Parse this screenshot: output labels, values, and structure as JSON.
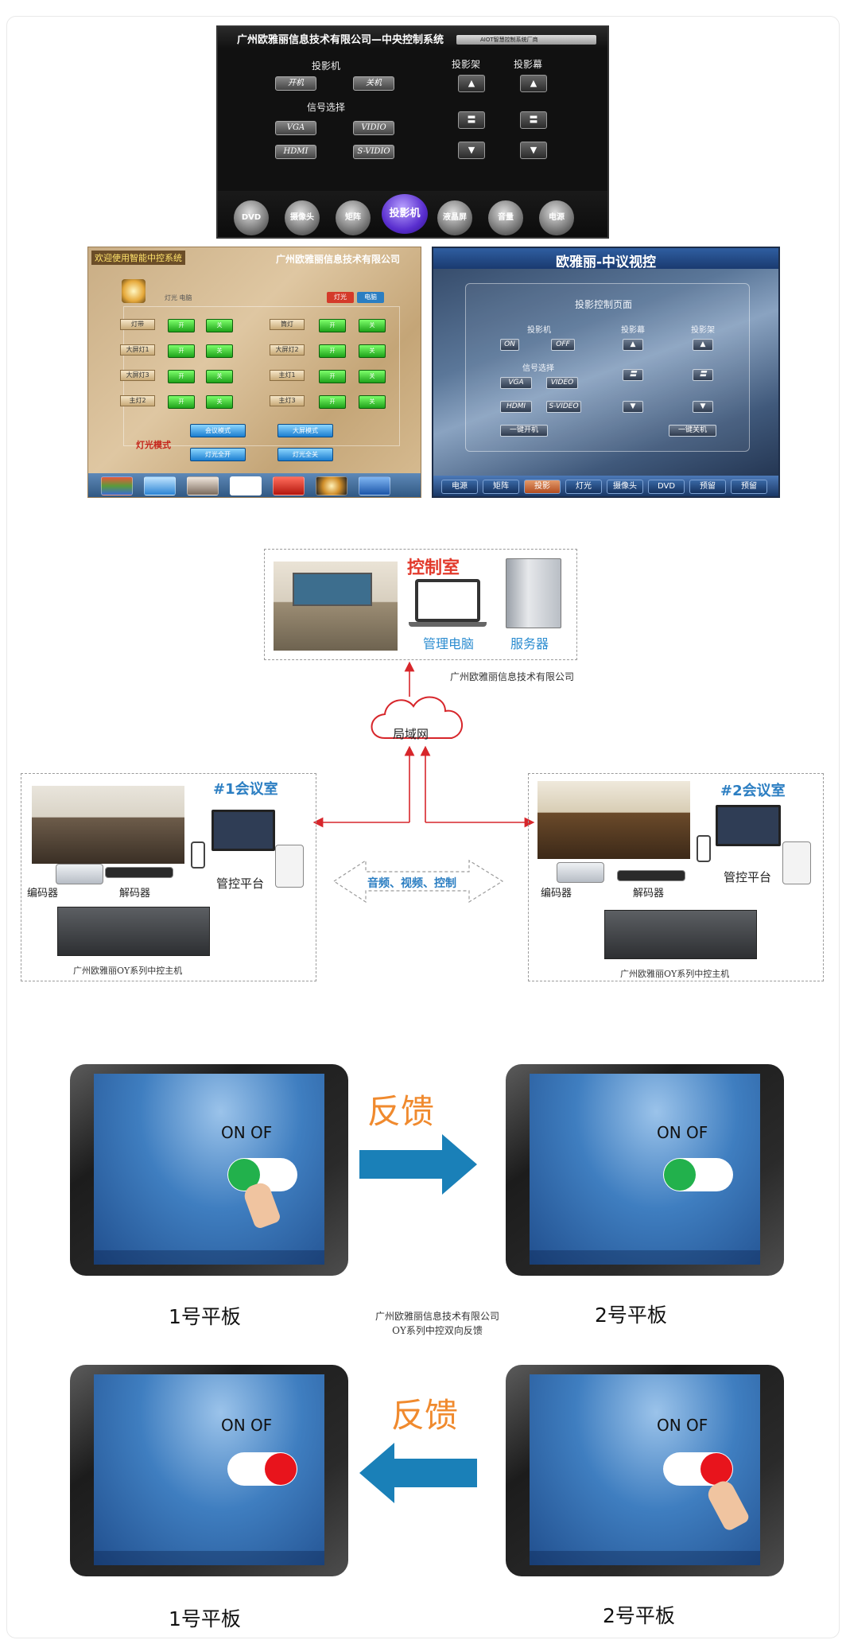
{
  "panel1": {
    "title": "广州欧雅丽信息技术有限公司—中央控制系统",
    "subtitle": "AIOT智慧控制系统厂商",
    "projector_label": "投影机",
    "on": "开机",
    "off": "关机",
    "signal_label": "信号选择",
    "vga": "VGA",
    "video": "VIDIO",
    "hdmi": "HDMI",
    "svideo": "S-VIDIO",
    "lift_label": "投影架",
    "screen_label": "投影幕",
    "nav": [
      "DVD",
      "摄像头",
      "矩阵",
      "投影机",
      "液晶屏",
      "音量",
      "电源"
    ]
  },
  "panel2": {
    "welcome": "欢迎使用智能中控系统",
    "company": "广州欧雅丽信息技术有限公司",
    "lighting": "灯光  电脑",
    "tab_light": "灯光",
    "tab_pc": "电脑",
    "left_rows": [
      "灯带",
      "大屏灯1",
      "大屏灯3",
      "主灯2"
    ],
    "right_rows": [
      "筒灯",
      "大屏灯2",
      "主灯1",
      "主灯3"
    ],
    "on": "开",
    "off": "关",
    "mode": "灯光模式",
    "meeting": "会议模式",
    "bigscreen": "大屏模式",
    "all_on": "灯光全开",
    "all_off": "灯光全关"
  },
  "panel3": {
    "title": "欧雅丽-中议视控",
    "page": "投影控制页面",
    "projector": "投影机",
    "screen": "投影幕",
    "lift": "投影架",
    "on": "ON",
    "off": "OFF",
    "signal": "信号选择",
    "vga": "VGA",
    "video": "VIDEO",
    "hdmi": "HDMI",
    "svideo": "S-VIDEO",
    "power_on": "一键开机",
    "power_off": "一键关机",
    "nav": [
      "电源",
      "矩阵",
      "投影",
      "灯光",
      "摄像头",
      "DVD",
      "预留",
      "预留"
    ]
  },
  "topology": {
    "control_room": "控制室",
    "pc": "管理电脑",
    "server": "服务器",
    "company": "广州欧雅丽信息技术有限公司",
    "lan": "局域网",
    "room1": "#1会议室",
    "room2": "#2会议室",
    "encoder": "编码器",
    "decoder": "解码器",
    "platform": "管控平台",
    "host": "广州欧雅丽OY系列中控主机",
    "signals": "音频、视频、控制"
  },
  "feedback": {
    "label": "反馈",
    "onof": "ON OF",
    "tablet1": "1号平板",
    "tablet2": "2号平板",
    "caption_line1": "广州欧雅丽信息技术有限公司",
    "caption_line2": "OY系列中控双向反馈",
    "color_on": "#22b14c",
    "color_off": "#e8141c"
  }
}
